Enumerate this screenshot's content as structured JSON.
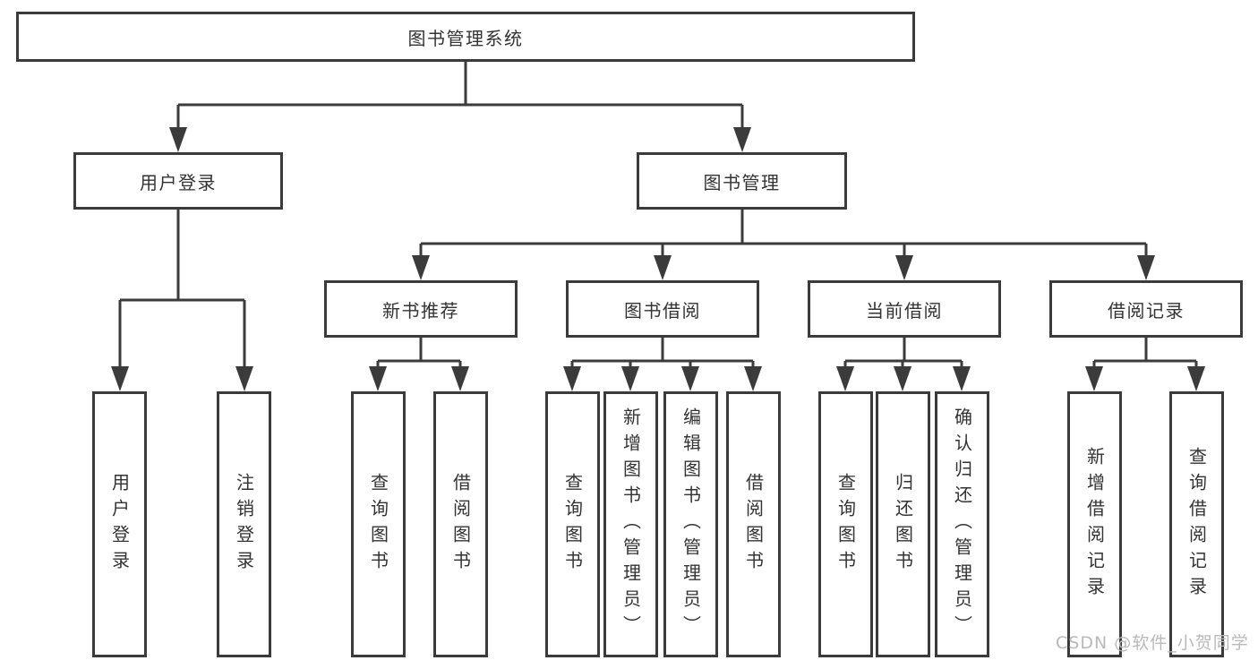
{
  "root": {
    "label": "图书管理系统"
  },
  "branches": [
    {
      "label": "用户登录",
      "children": [
        {
          "label": "用户登录"
        },
        {
          "label": "注销登录"
        }
      ]
    },
    {
      "label": "图书管理",
      "children": [
        {
          "label": "新书推荐",
          "children": [
            {
              "label": "查询图书"
            },
            {
              "label": "借阅图书"
            }
          ]
        },
        {
          "label": "图书借阅",
          "children": [
            {
              "label": "查询图书"
            },
            {
              "label": "新增图书（管理员）"
            },
            {
              "label": "编辑图书（管理员）"
            },
            {
              "label": "借阅图书"
            }
          ]
        },
        {
          "label": "当前借阅",
          "children": [
            {
              "label": "查询图书"
            },
            {
              "label": "归还图书"
            },
            {
              "label": "确认归还（管理员）"
            }
          ]
        },
        {
          "label": "借阅记录",
          "children": [
            {
              "label": "新增借阅记录"
            },
            {
              "label": "查询借阅记录"
            }
          ]
        }
      ]
    }
  ],
  "watermark": "CSDN @软件_小贺同学",
  "colors": {
    "line": "#3b3b3b",
    "text": "#333333",
    "watermark": "#b9b9b9",
    "background": "#ffffff"
  }
}
